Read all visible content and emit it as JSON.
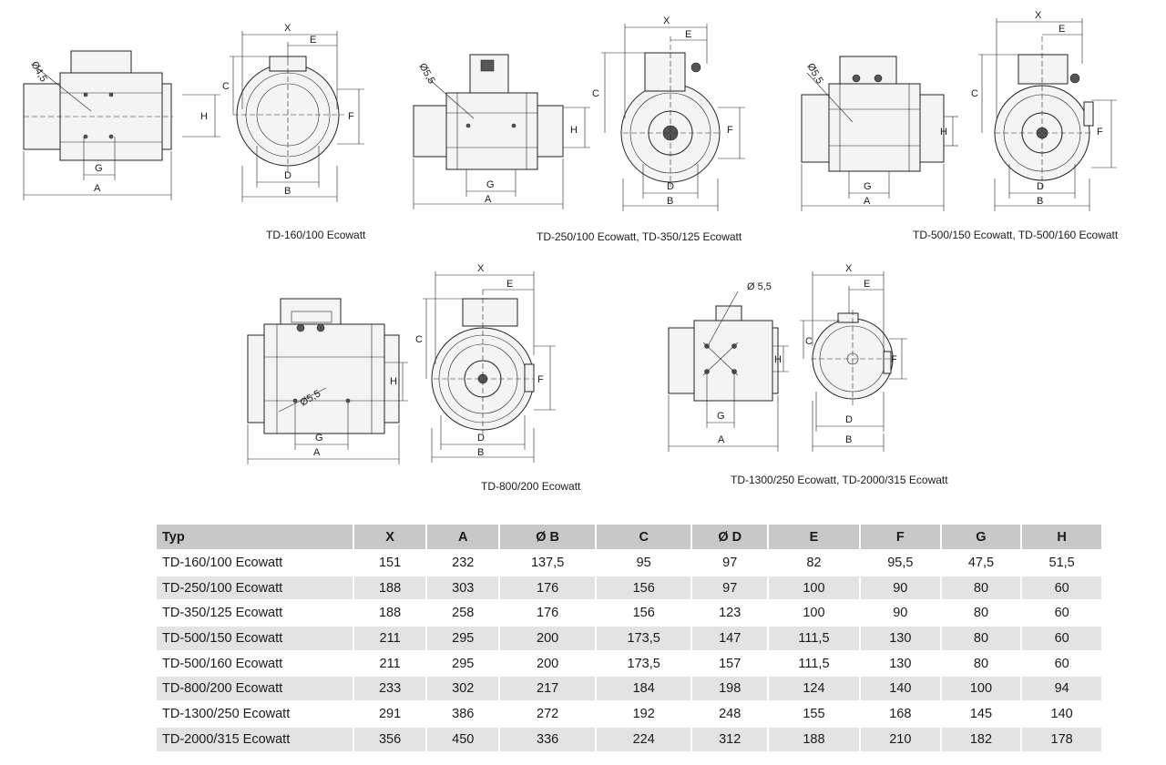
{
  "captions": {
    "td160": "TD-160/100 Ecowatt",
    "td250_350": "TD-250/100 Ecowatt, TD-350/125 Ecowatt",
    "td500": "TD-500/150 Ecowatt, TD-500/160 Ecowatt",
    "td800": "TD-800/200 Ecowatt",
    "td1300_2000": "TD-1300/250 Ecowatt, TD-2000/315 Ecowatt"
  },
  "dimension_labels": {
    "x": "X",
    "a": "A",
    "b": "B",
    "c": "C",
    "d": "D",
    "e": "E",
    "f": "F",
    "g": "G",
    "h": "H"
  },
  "hole_labels": {
    "td160": "Ø4,5",
    "td250": "Ø5,5",
    "td500": "Ø5,5",
    "td800": "Ø5,5",
    "td1300": "Ø 5,5"
  },
  "table": {
    "headers": [
      "Typ",
      "X",
      "A",
      "Ø B",
      "C",
      "Ø D",
      "E",
      "F",
      "G",
      "H"
    ],
    "rows": [
      [
        "TD-160/100 Ecowatt",
        "151",
        "232",
        "137,5",
        "95",
        "97",
        "82",
        "95,5",
        "47,5",
        "51,5"
      ],
      [
        "TD-250/100 Ecowatt",
        "188",
        "303",
        "176",
        "156",
        "97",
        "100",
        "90",
        "80",
        "60"
      ],
      [
        "TD-350/125 Ecowatt",
        "188",
        "258",
        "176",
        "156",
        "123",
        "100",
        "90",
        "80",
        "60"
      ],
      [
        "TD-500/150 Ecowatt",
        "211",
        "295",
        "200",
        "173,5",
        "147",
        "111,5",
        "130",
        "80",
        "60"
      ],
      [
        "TD-500/160 Ecowatt",
        "211",
        "295",
        "200",
        "173,5",
        "157",
        "111,5",
        "130",
        "80",
        "60"
      ],
      [
        "TD-800/200 Ecowatt",
        "233",
        "302",
        "217",
        "184",
        "198",
        "124",
        "140",
        "100",
        "94"
      ],
      [
        "TD-1300/250 Ecowatt",
        "291",
        "386",
        "272",
        "192",
        "248",
        "155",
        "168",
        "145",
        "140"
      ],
      [
        "TD-2000/315 Ecowatt",
        "356",
        "450",
        "336",
        "224",
        "312",
        "188",
        "210",
        "182",
        "178"
      ]
    ]
  }
}
